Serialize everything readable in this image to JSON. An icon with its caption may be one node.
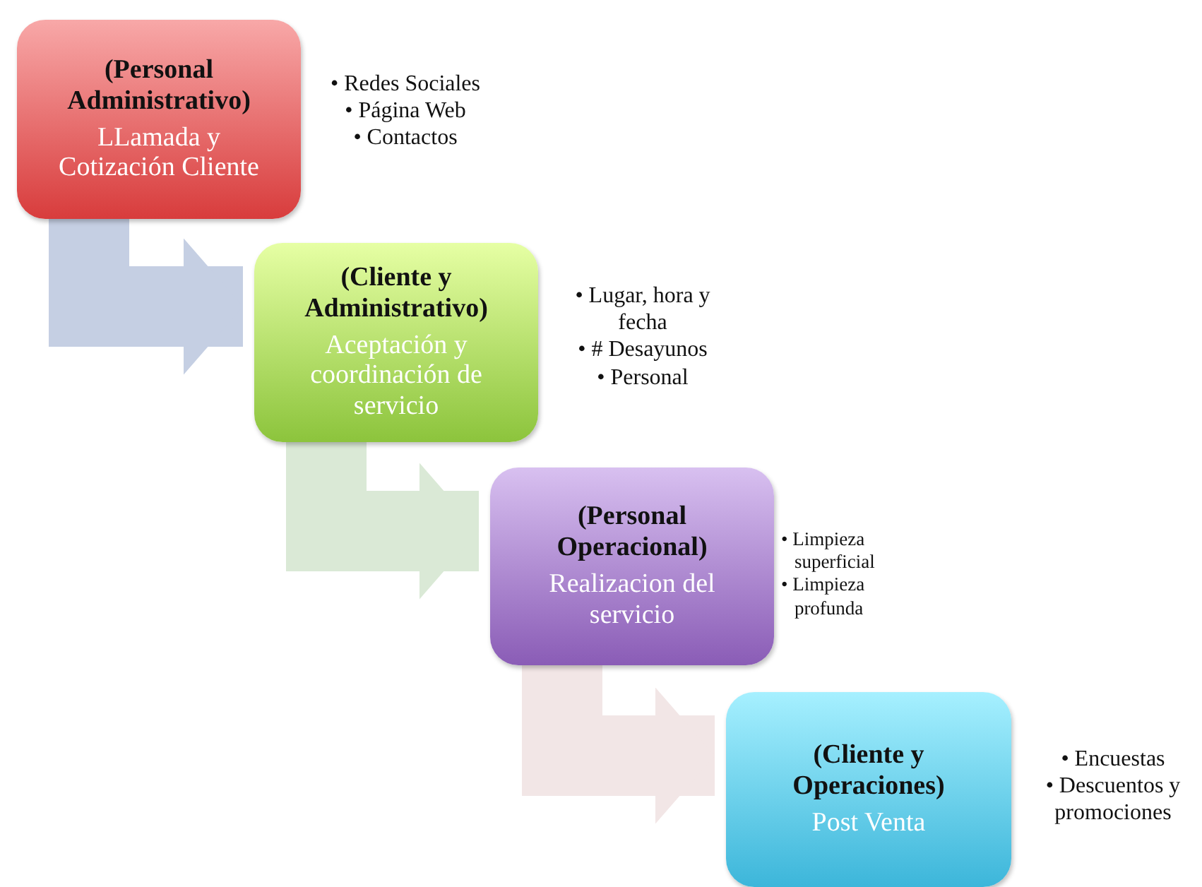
{
  "diagram": {
    "nodes": [
      {
        "text": [
          "(Personal Administrativo)",
          "LLamada y Cotización Cliente"
        ],
        "beside": [
          "• Redes Sociales",
          "• Página Web",
          "• Contactos"
        ]
      },
      {
        "text": [
          "(Cliente y Administrativo)",
          "Aceptación y coordinación de servicio"
        ],
        "beside": [
          "• Lugar, hora y fecha",
          "• # Desayunos",
          "• Personal"
        ]
      },
      {
        "text": [
          "(Personal Operacional)",
          "Realizacion del servicio"
        ],
        "beside": [
          "• Limpieza superficial",
          "• Limpieza profunda"
        ]
      },
      {
        "text": [
          "(Cliente y Operaciones)",
          "Post Venta"
        ],
        "beside": [
          "• Encuestas",
          "• Descuentos y promociones"
        ]
      }
    ],
    "edges": [
      {
        "from": 0,
        "to": 1,
        "arrow": "to",
        "color": "#c5cfe3"
      },
      {
        "from": 1,
        "to": 2,
        "arrow": "to",
        "color": "#dae9d6"
      },
      {
        "from": 2,
        "to": 3,
        "arrow": "to",
        "color": "#f2e6e6"
      }
    ]
  }
}
